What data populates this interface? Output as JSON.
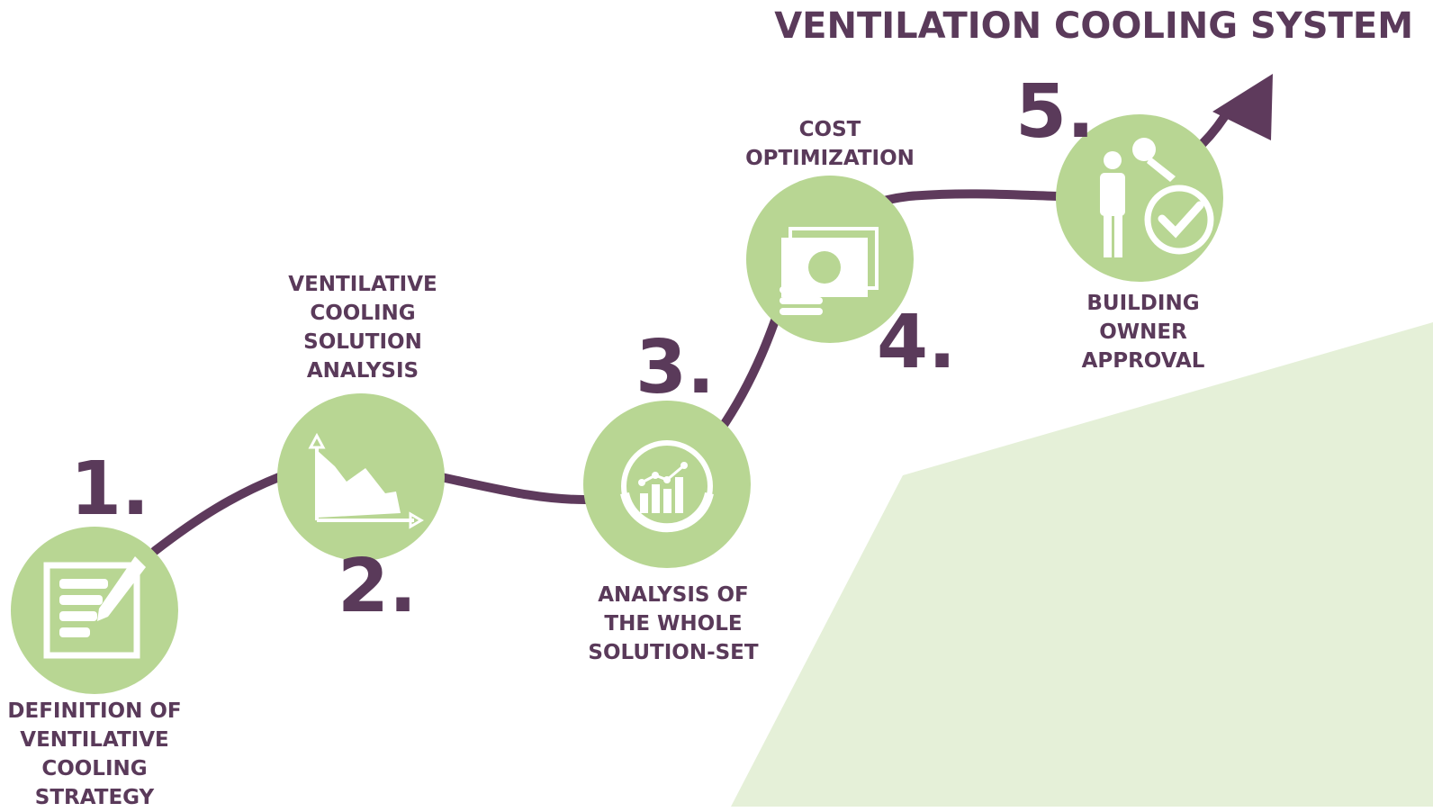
{
  "title": "VENTILATION COOLING SYSTEM",
  "colors": {
    "accent": "#5e3a5c",
    "circle": "#b8d693",
    "background_shape": "#e5f0d8",
    "icon": "#ffffff"
  },
  "steps": [
    {
      "number": "1.",
      "label": [
        "DEFINITION OF",
        "VENTILATIVE",
        "COOLING",
        "STRATEGY"
      ],
      "icon": "document-pencil-icon"
    },
    {
      "number": "2.",
      "label": [
        "VENTILATIVE",
        "COOLING",
        "SOLUTION",
        "ANALYSIS"
      ],
      "icon": "declining-chart-icon"
    },
    {
      "number": "3.",
      "label": [
        "ANALYSIS OF",
        "THE WHOLE",
        "SOLUTION-SET"
      ],
      "icon": "bar-chart-coin-icon"
    },
    {
      "number": "4.",
      "label": [
        "COST",
        "OPTIMIZATION"
      ],
      "icon": "money-coins-icon"
    },
    {
      "number": "5.",
      "label": [
        "BUILDING",
        "OWNER",
        "APPROVAL"
      ],
      "icon": "owner-key-check-icon"
    }
  ]
}
